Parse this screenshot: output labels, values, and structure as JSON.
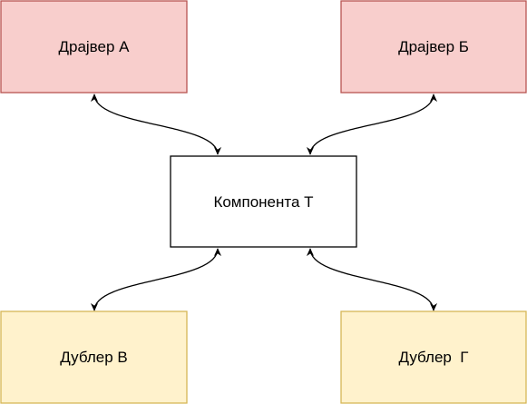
{
  "diagram": {
    "nodes": [
      {
        "id": "driver-a",
        "label": "Драјвер А",
        "fill": "#f8cecc",
        "stroke": "#b85450"
      },
      {
        "id": "driver-b",
        "label": "Драјвер Б",
        "fill": "#f8cecc",
        "stroke": "#b85450"
      },
      {
        "id": "component-t",
        "label": "Компонента Т",
        "fill": "#ffffff",
        "stroke": "#000000"
      },
      {
        "id": "stub-v",
        "label": "Дублер В",
        "fill": "#fff2cc",
        "stroke": "#d6b656"
      },
      {
        "id": "stub-g",
        "label": "Дублер  Г",
        "fill": "#fff2cc",
        "stroke": "#d6b656"
      }
    ],
    "edges": [
      {
        "from": "driver-a",
        "to": "component-t",
        "direction": "both"
      },
      {
        "from": "driver-b",
        "to": "component-t",
        "direction": "both"
      },
      {
        "from": "stub-v",
        "to": "component-t",
        "direction": "both"
      },
      {
        "from": "stub-g",
        "to": "component-t",
        "direction": "both"
      }
    ],
    "edge_color": "#000000"
  }
}
